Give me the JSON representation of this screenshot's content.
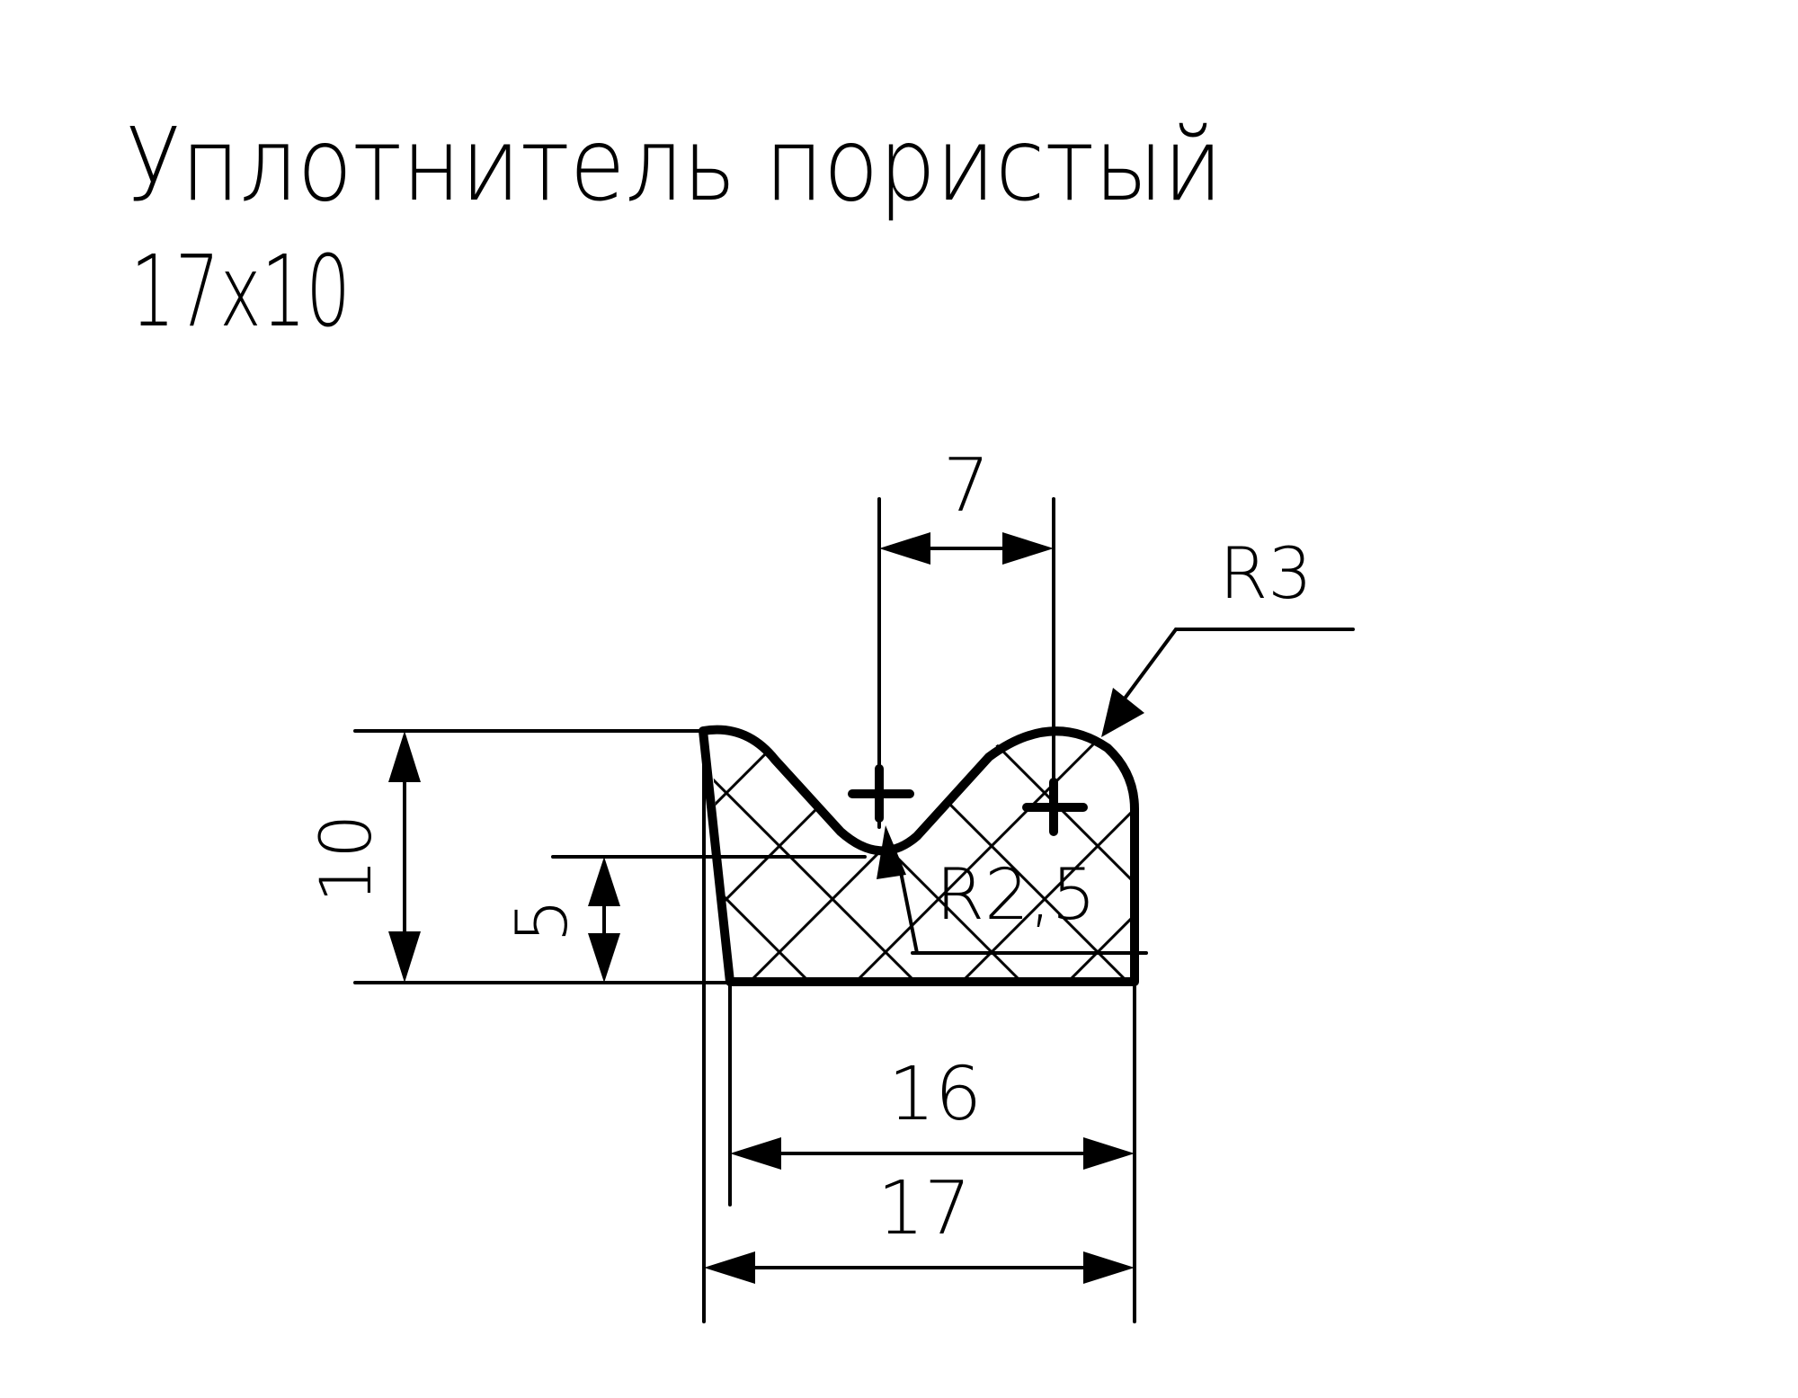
{
  "title": {
    "line1": "Уплотнитель пористый",
    "line2": "17x10"
  },
  "dimensions": {
    "height_total": "10",
    "height_groove": "5",
    "width_top": "7",
    "width_inner": "16",
    "width_outer": "17",
    "radius_bump": "R3",
    "radius_groove": "R2,5"
  }
}
